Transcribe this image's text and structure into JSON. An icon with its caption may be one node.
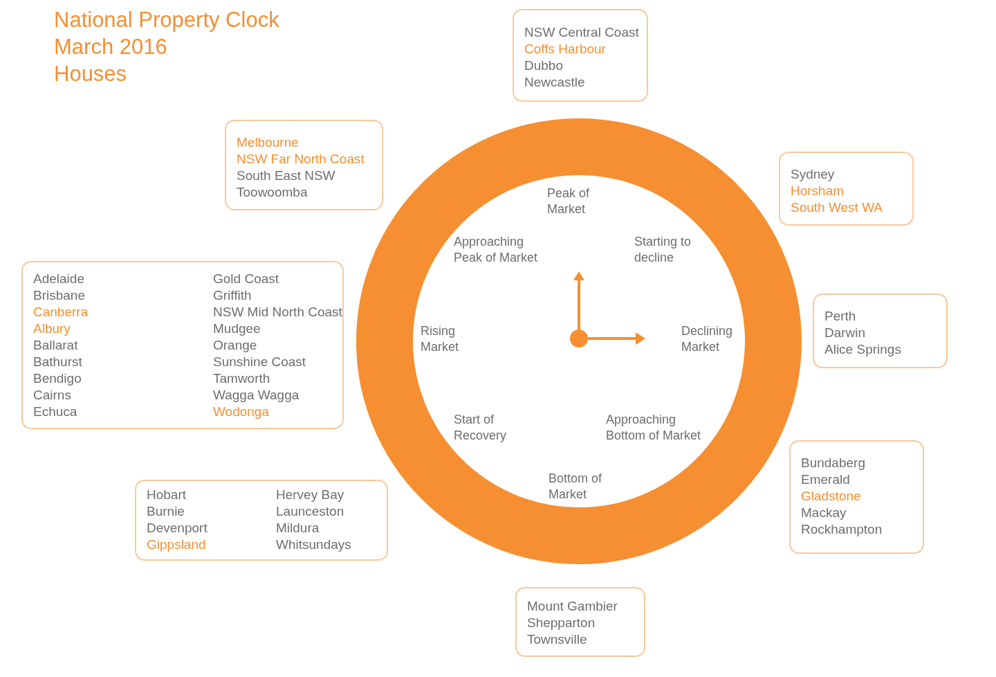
{
  "diagram": {
    "title": "National Property Clock",
    "labels": [
      "March 2016",
      "Houses"
    ],
    "nodes": [
      {
        "text": [],
        "shape": "circle"
      },
      {
        "text": [
          "Peak of Market"
        ],
        "in": 0
      },
      {
        "text": [
          "Approaching Peak of Market"
        ],
        "in": 0
      },
      {
        "text": [
          "Starting to decline"
        ],
        "in": 0
      },
      {
        "text": [
          "Rising Market"
        ],
        "in": 0
      },
      {
        "text": [
          "Declining Market"
        ],
        "in": 0
      },
      {
        "text": [
          "Start of Recovery"
        ],
        "in": 0
      },
      {
        "text": [
          "Approaching Bottom of Market"
        ],
        "in": 0
      },
      {
        "text": [
          "Bottom of Market"
        ],
        "in": 0
      },
      {
        "text": [
          "NSW Central Coast",
          "Coffs Harbour",
          "Dubbo",
          "Newcastle"
        ]
      },
      {
        "text": [
          "Melbourne",
          "NSW Far North Coast",
          "South East NSW",
          "Toowoomba"
        ]
      },
      {
        "text": [
          "Sydney",
          "Horsham",
          "South West WA"
        ]
      },
      {
        "text": [
          "Adelaide",
          "Brisbane",
          "Canberra",
          "Albury",
          "Ballarat",
          "Bathurst",
          "Bendigo",
          "Cairns",
          "Echuca",
          "Gold Coast",
          "Griffith",
          "NSW Mid North Coast",
          "Mudgee",
          "Orange",
          "Sunshine Coast",
          "Tamworth",
          "Wagga Wagga",
          "Wodonga"
        ]
      },
      {
        "text": [
          "Perth",
          "Darwin",
          "Alice Springs"
        ]
      },
      {
        "text": [
          "Bundaberg",
          "Emerald",
          "Gladstone",
          "Mackay",
          "Rockhampton"
        ]
      },
      {
        "text": [
          "Hobart",
          "Burnie",
          "Devenport",
          "Gippsland",
          "Hervey Bay",
          "Launceston",
          "Mildura",
          "Whitsundays"
        ]
      },
      {
        "text": [
          "Mount Gambier",
          "Shepparton",
          "Townsville"
        ]
      }
    ],
    "edges": []
  }
}
